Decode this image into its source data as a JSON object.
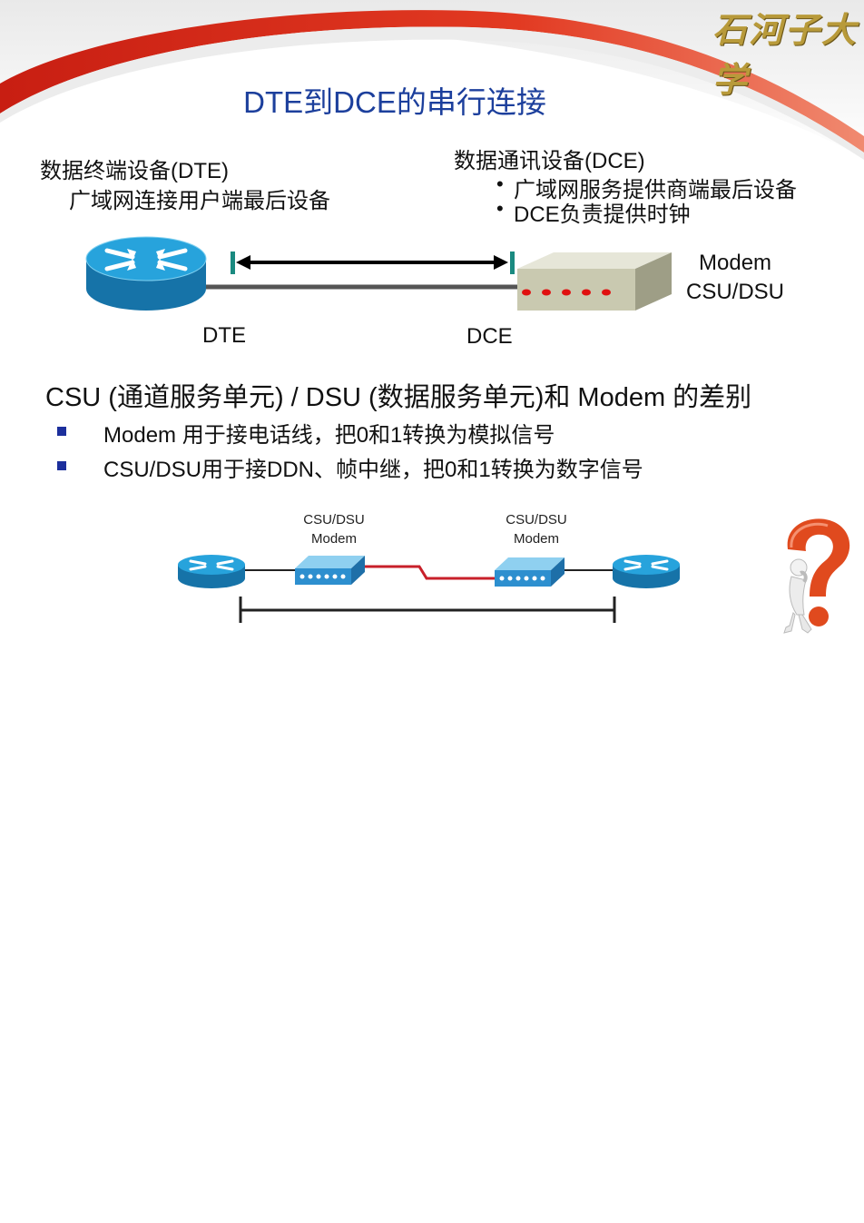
{
  "header": {
    "logo_text": "石河子大学",
    "title": "DTE到DCE的串行连接"
  },
  "dte": {
    "heading": "数据终端设备(DTE)",
    "description": "广域网连接用户端最后设备",
    "label": "DTE"
  },
  "dce": {
    "heading": "数据通讯设备(DCE)",
    "bullets": [
      "广域网服务提供商端最后设备",
      "DCE负责提供时钟"
    ],
    "label": "DCE",
    "device_label_line1": "Modem",
    "device_label_line2": "CSU/DSU"
  },
  "comparison": {
    "heading": "CSU (通道服务单元) / DSU (数据服务单元)和 Modem 的差别",
    "bullets": [
      "Modem 用于接电话线，把0和1转换为模拟信号",
      "CSU/DSU用于接DDN、帧中继，把0和1转换为数字信号"
    ]
  },
  "diagram2": {
    "left_device_line1": "CSU/DSU",
    "left_device_line2": "Modem",
    "right_device_line1": "CSU/DSU",
    "right_device_line2": "Modem"
  },
  "colors": {
    "title": "#1c3f9c",
    "banner_red": "#d42a1c",
    "router_blue": "#1f8fc4",
    "teal_marker": "#1a8a80",
    "led_red": "#e01010",
    "wan_link_red": "#c8202a",
    "question_mark": "#e04a1e"
  },
  "icons": [
    "router-icon",
    "modem-box-icon",
    "question-mark-person-icon"
  ]
}
